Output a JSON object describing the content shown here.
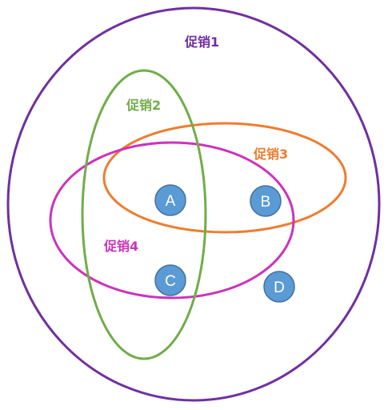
{
  "sets": {
    "promo1": {
      "label": "促销1",
      "color": "#7030a0"
    },
    "promo2": {
      "label": "促销2",
      "color": "#70ad47"
    },
    "promo3": {
      "label": "促销3",
      "color": "#ed7d31"
    },
    "promo4": {
      "label": "促销4",
      "color": "#cc33bb"
    }
  },
  "nodes": {
    "a": {
      "label": "A",
      "fill": "#5b9bd5",
      "stroke": "#41719c"
    },
    "b": {
      "label": "B",
      "fill": "#5b9bd5",
      "stroke": "#41719c"
    },
    "c": {
      "label": "C",
      "fill": "#5b9bd5",
      "stroke": "#41719c"
    },
    "d": {
      "label": "D",
      "fill": "#5b9bd5",
      "stroke": "#41719c"
    }
  }
}
